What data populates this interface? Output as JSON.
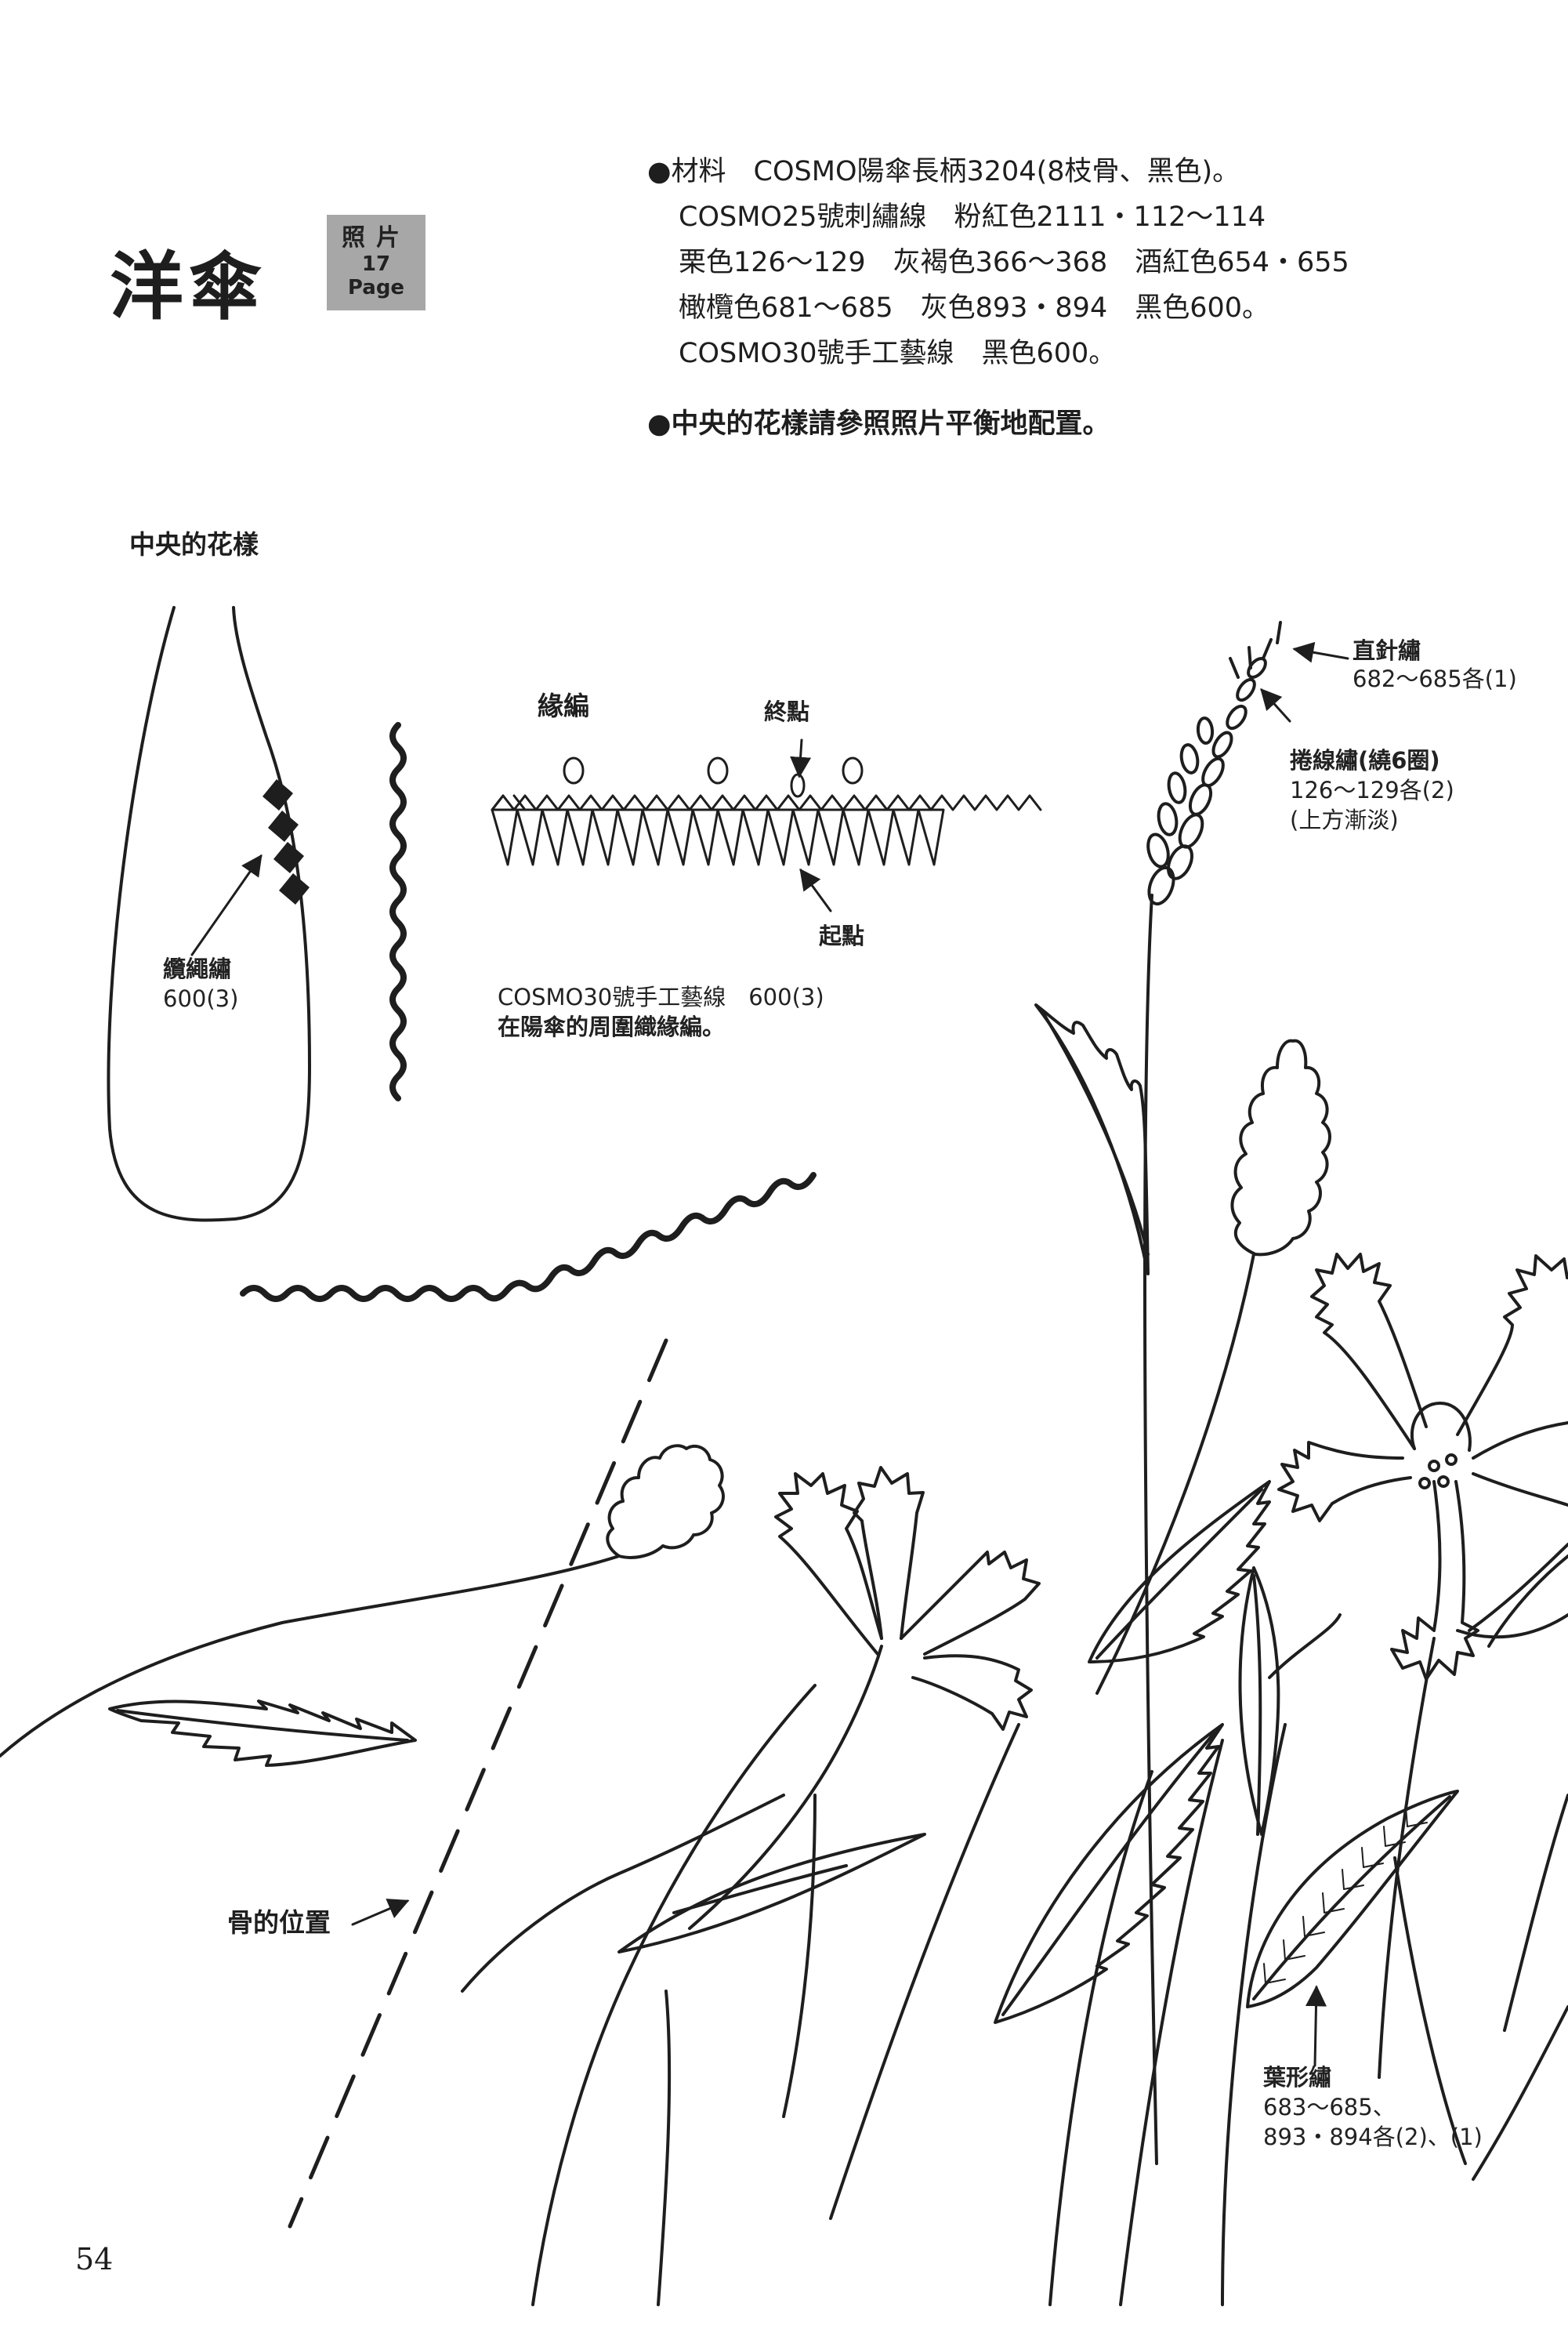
{
  "heading": {
    "title": "洋傘",
    "photo_tag": {
      "label": "照片",
      "number": "17",
      "unit": "Page"
    }
  },
  "materials": {
    "lines": [
      "●材料　COSMO陽傘長柄3204(8枝骨、黑色)。",
      "COSMO25號刺繡線　粉紅色2111・112〜114",
      "栗色126〜129　灰褐色366〜368　酒紅色654・655",
      "橄欖色681〜685　灰色893・894　黑色600。",
      "COSMO30號手工藝線　黑色600。"
    ],
    "note": "●中央的花樣請參照照片平衡地配置。"
  },
  "center_pattern": {
    "title": "中央的花樣",
    "cable_stitch": {
      "name": "纜繩繡",
      "thread": "600(3)"
    }
  },
  "edging": {
    "title": "緣編",
    "end_point": "終點",
    "start_point": "起點",
    "note_line1": "COSMO30號手工藝線　600(3)",
    "note_line2": "在陽傘的周圍織緣編。"
  },
  "stitch_labels": {
    "straight": {
      "name": "直針繡",
      "thread": "682〜685各(1)"
    },
    "bullion": {
      "name": "捲線繡(繞6圈)",
      "thread": "126〜129各(2)",
      "note": "(上方漸淡)"
    },
    "leaf": {
      "name": "葉形繡",
      "thread1": "683〜685、",
      "thread2": "893・894各(2)、(1)"
    }
  },
  "rib_label": "骨的位置",
  "page_number": "54",
  "colors": {
    "ink": "#1e1e1e",
    "tag_gray": "#a7a7a7"
  }
}
